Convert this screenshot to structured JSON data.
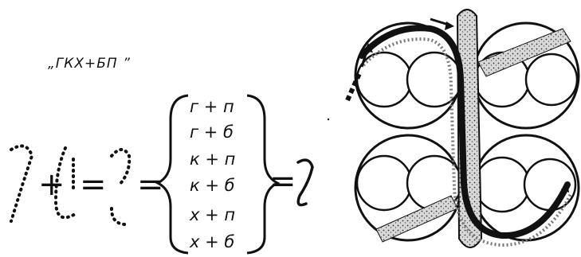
{
  "formula": {
    "label": "„ГКХ+БП ”",
    "set_items": [
      "г + п",
      "г + б",
      "к + п",
      "к + б",
      "х + п",
      "х + б"
    ],
    "op_plus": "+",
    "op_eq1": "=",
    "op_eq2": "=",
    "op_eq3": "="
  },
  "diagram": {
    "stroke_color": "#111111",
    "stipple_color": "#bbbbbb"
  }
}
